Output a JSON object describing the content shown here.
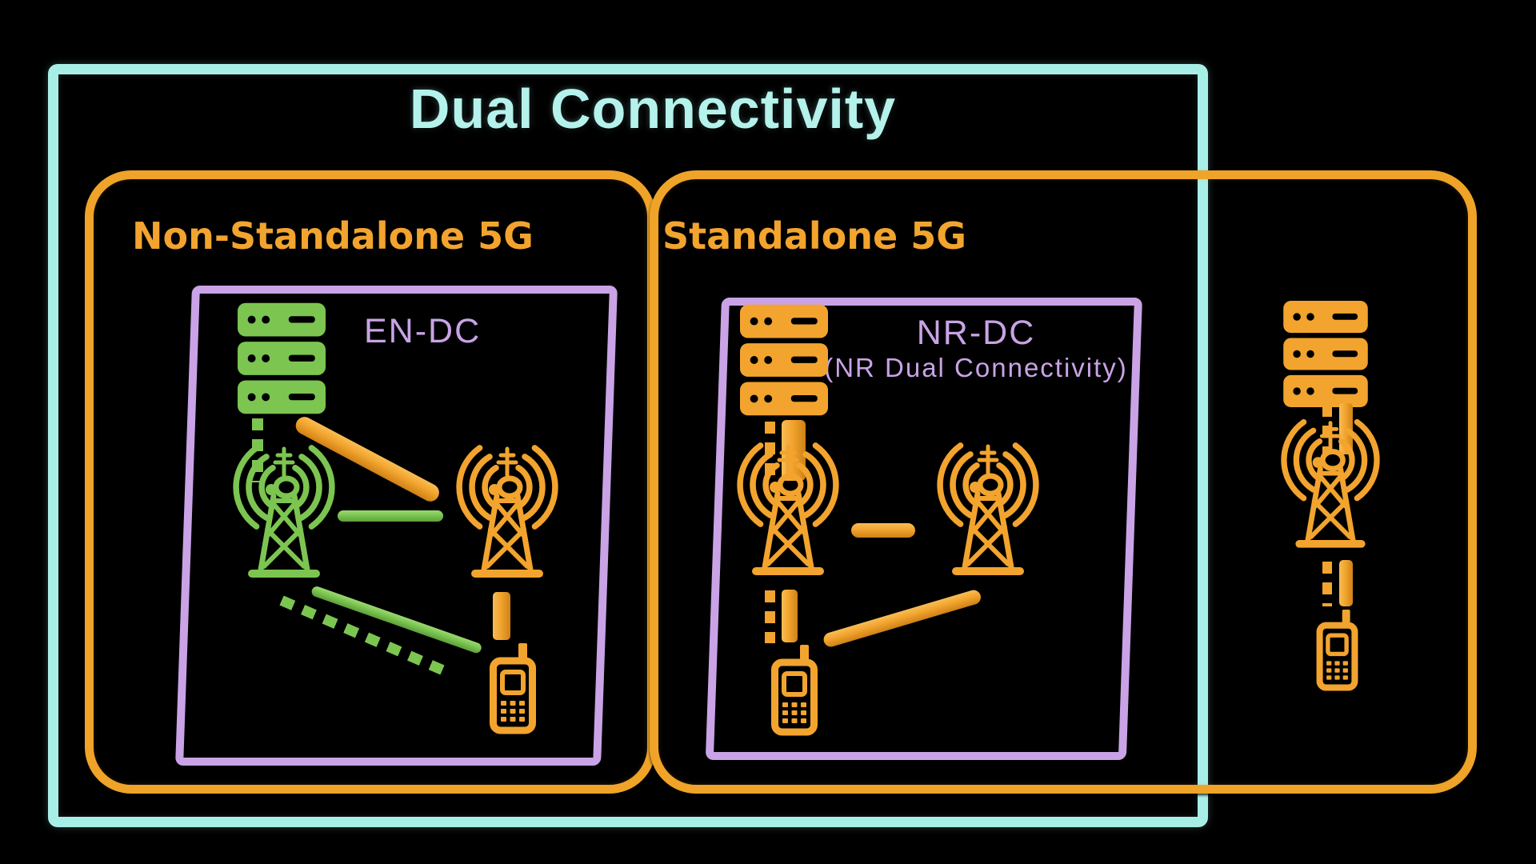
{
  "title": "Dual Connectivity",
  "colors": {
    "background": "#000000",
    "cyan_outline": "#A7EEE6",
    "title_text": "#B4F2EB",
    "orange": "#F2A42E",
    "green": "#7CC551",
    "purple": "#C9A3E6"
  },
  "panels": {
    "non_standalone": {
      "label": "Non-Standalone 5G",
      "inner": {
        "label": "EN-DC"
      }
    },
    "standalone": {
      "label": "Standalone 5G",
      "inner": {
        "label": "NR-DC",
        "sublabel": "(NR Dual Connectivity)"
      }
    }
  },
  "icons": {
    "servers": "server-stack",
    "tower": "radio-tower",
    "phone": "mobile-phone"
  }
}
